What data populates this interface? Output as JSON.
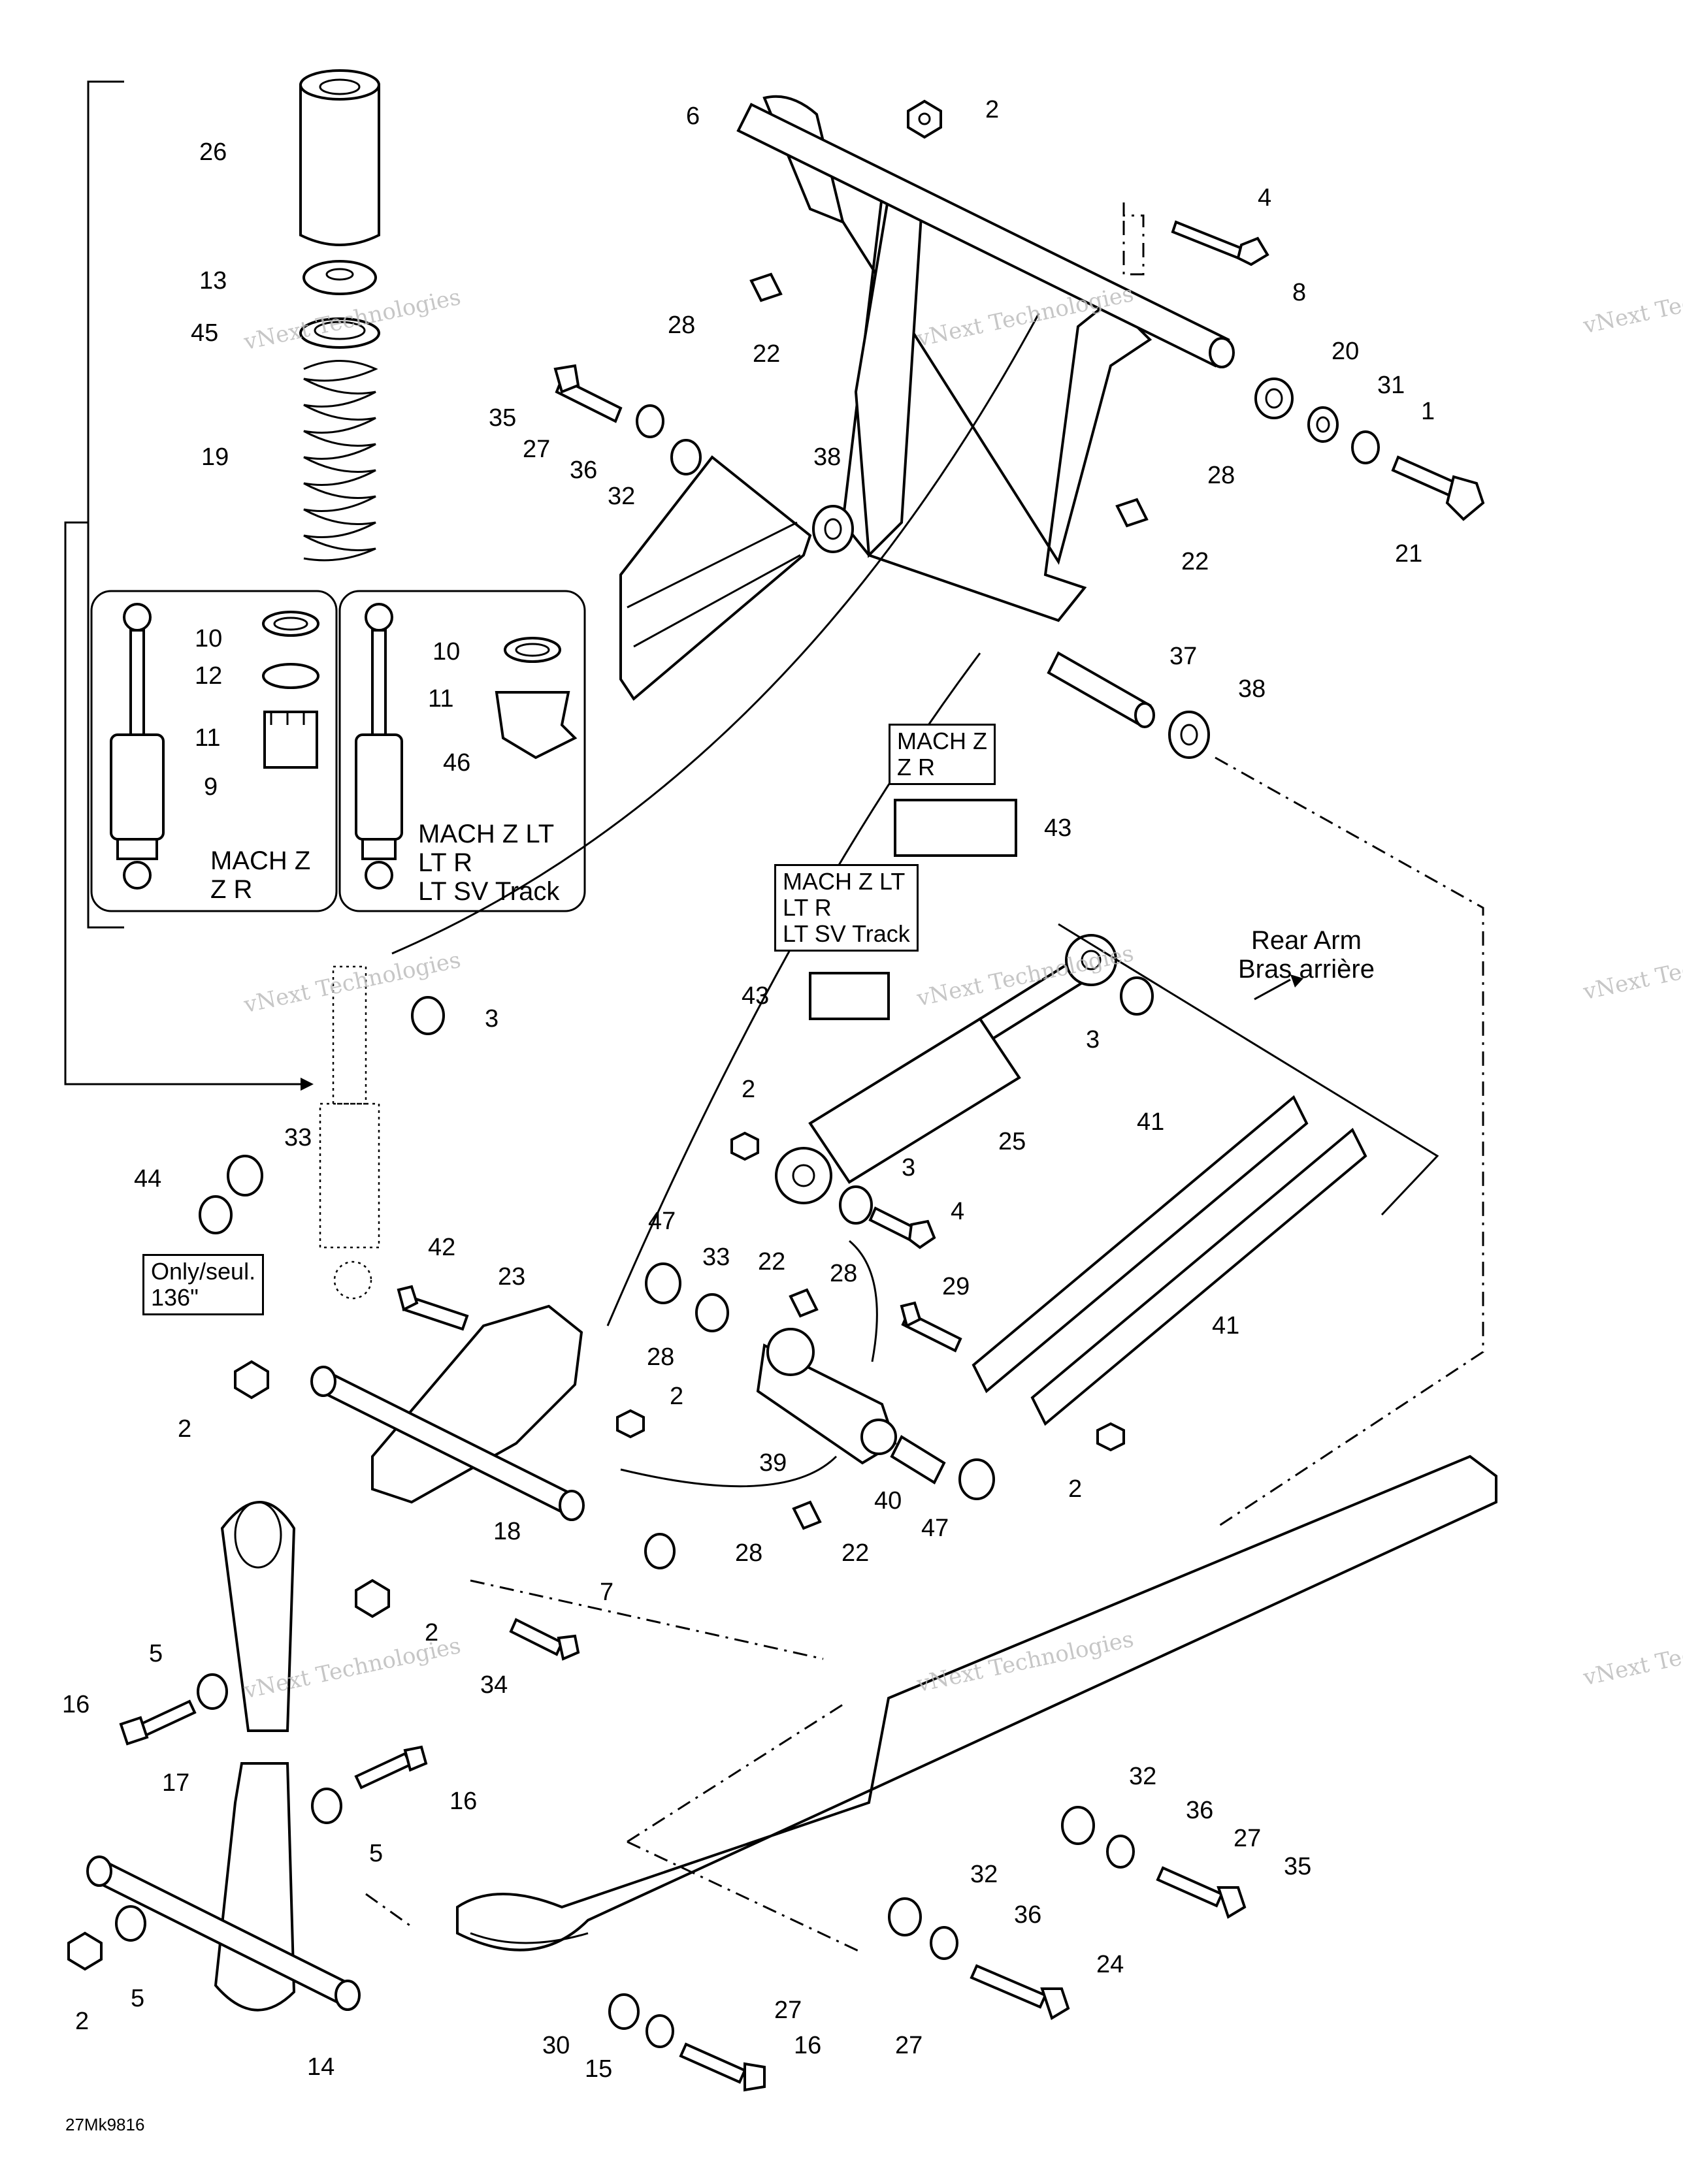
{
  "diagram": {
    "code": "27Mk9816",
    "watermark": "vNext Technologies",
    "boxes": {
      "mach_z_top": "MACH Z\nZ R",
      "mach_z_lt": "MACH Z LT\nLT R\nLT SV Track",
      "only_136": "Only/seul.\n136\"",
      "panel_left": "MACH Z\nZ R",
      "panel_right": "MACH Z LT\nLT R\nLT SV Track",
      "rear_arm": "Rear Arm\nBras arrière"
    },
    "callouts": [
      {
        "id": "c26",
        "text": "26"
      },
      {
        "id": "c13",
        "text": "13"
      },
      {
        "id": "c45",
        "text": "45"
      },
      {
        "id": "c19",
        "text": "19"
      },
      {
        "id": "c10a",
        "text": "10"
      },
      {
        "id": "c12",
        "text": "12"
      },
      {
        "id": "c11a",
        "text": "11"
      },
      {
        "id": "c9",
        "text": "9"
      },
      {
        "id": "c10b",
        "text": "10"
      },
      {
        "id": "c11b",
        "text": "11"
      },
      {
        "id": "c46",
        "text": "46"
      },
      {
        "id": "c6",
        "text": "6"
      },
      {
        "id": "c2a",
        "text": "2"
      },
      {
        "id": "c4a",
        "text": "4"
      },
      {
        "id": "c8",
        "text": "8"
      },
      {
        "id": "c28a",
        "text": "28"
      },
      {
        "id": "c22a",
        "text": "22"
      },
      {
        "id": "c20",
        "text": "20"
      },
      {
        "id": "c31",
        "text": "31"
      },
      {
        "id": "c1",
        "text": "1"
      },
      {
        "id": "c35a",
        "text": "35"
      },
      {
        "id": "c27a",
        "text": "27"
      },
      {
        "id": "c36a",
        "text": "36"
      },
      {
        "id": "c32a",
        "text": "32"
      },
      {
        "id": "c38a",
        "text": "38"
      },
      {
        "id": "c28b",
        "text": "28"
      },
      {
        "id": "c22b",
        "text": "22"
      },
      {
        "id": "c21",
        "text": "21"
      },
      {
        "id": "c37",
        "text": "37"
      },
      {
        "id": "c38b",
        "text": "38"
      },
      {
        "id": "c43a",
        "text": "43"
      },
      {
        "id": "c43b",
        "text": "43"
      },
      {
        "id": "c3a",
        "text": "3"
      },
      {
        "id": "c3b",
        "text": "3"
      },
      {
        "id": "c2b",
        "text": "2"
      },
      {
        "id": "c25",
        "text": "25"
      },
      {
        "id": "c3c",
        "text": "3"
      },
      {
        "id": "c4b",
        "text": "4"
      },
      {
        "id": "c41a",
        "text": "41"
      },
      {
        "id": "c41b",
        "text": "41"
      },
      {
        "id": "c33a",
        "text": "33"
      },
      {
        "id": "c44",
        "text": "44"
      },
      {
        "id": "c42",
        "text": "42"
      },
      {
        "id": "c23",
        "text": "23"
      },
      {
        "id": "c47a",
        "text": "47"
      },
      {
        "id": "c33b",
        "text": "33"
      },
      {
        "id": "c22c",
        "text": "22"
      },
      {
        "id": "c28c",
        "text": "28"
      },
      {
        "id": "c29",
        "text": "29"
      },
      {
        "id": "c28d",
        "text": "28"
      },
      {
        "id": "c2c",
        "text": "2"
      },
      {
        "id": "c2d",
        "text": "2"
      },
      {
        "id": "c39",
        "text": "39"
      },
      {
        "id": "c18",
        "text": "18"
      },
      {
        "id": "c40",
        "text": "40"
      },
      {
        "id": "c47b",
        "text": "47"
      },
      {
        "id": "c2e",
        "text": "2"
      },
      {
        "id": "c7",
        "text": "7"
      },
      {
        "id": "c28e",
        "text": "28"
      },
      {
        "id": "c22d",
        "text": "22"
      },
      {
        "id": "c2f",
        "text": "2"
      },
      {
        "id": "c5a",
        "text": "5"
      },
      {
        "id": "c34",
        "text": "34"
      },
      {
        "id": "c16a",
        "text": "16"
      },
      {
        "id": "c17",
        "text": "17"
      },
      {
        "id": "c16b",
        "text": "16"
      },
      {
        "id": "c5b",
        "text": "5"
      },
      {
        "id": "c32b",
        "text": "32"
      },
      {
        "id": "c36b",
        "text": "36"
      },
      {
        "id": "c27b",
        "text": "27"
      },
      {
        "id": "c35b",
        "text": "35"
      },
      {
        "id": "c32c",
        "text": "32"
      },
      {
        "id": "c36c",
        "text": "36"
      },
      {
        "id": "c24",
        "text": "24"
      },
      {
        "id": "c2g",
        "text": "2"
      },
      {
        "id": "c5c",
        "text": "5"
      },
      {
        "id": "c14",
        "text": "14"
      },
      {
        "id": "c30",
        "text": "30"
      },
      {
        "id": "c27c",
        "text": "27"
      },
      {
        "id": "c15",
        "text": "15"
      },
      {
        "id": "c16c",
        "text": "16"
      },
      {
        "id": "c27d",
        "text": "27"
      }
    ]
  }
}
